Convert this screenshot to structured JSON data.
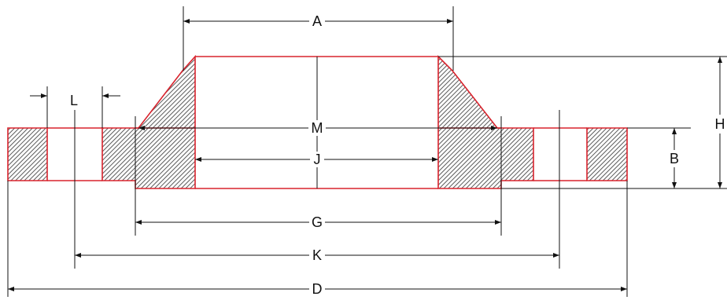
{
  "labels": {
    "A": "A",
    "M": "M",
    "J": "J",
    "G": "G",
    "K": "K",
    "D": "D",
    "L": "L",
    "H": "H",
    "B": "B"
  },
  "colors": {
    "outline": "#d9232d",
    "dimension": "#111111",
    "hatch": "#5a5a5a",
    "background": "#ffffff"
  }
}
